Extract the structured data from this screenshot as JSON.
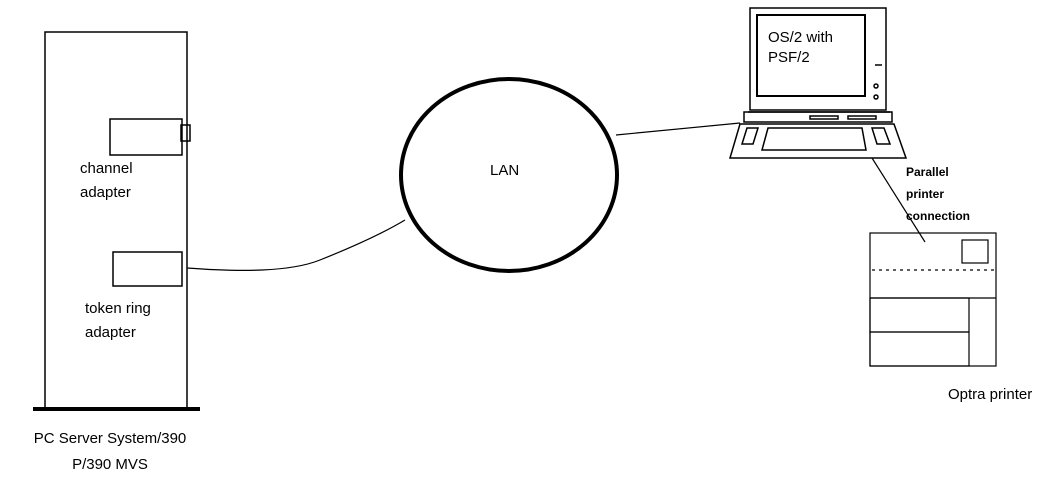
{
  "server": {
    "channel_adapter_label": [
      "channel",
      "adapter"
    ],
    "token_ring_adapter_label": [
      "token ring",
      "adapter"
    ],
    "caption": [
      "PC Server System/390",
      "P/390 MVS"
    ]
  },
  "network": {
    "lan_label": "LAN"
  },
  "workstation": {
    "screen_text": [
      "OS/2 with",
      "PSF/2"
    ]
  },
  "connection": {
    "parallel_label": [
      "Parallel",
      "printer",
      "connection"
    ]
  },
  "printer": {
    "caption": "Optra printer"
  }
}
